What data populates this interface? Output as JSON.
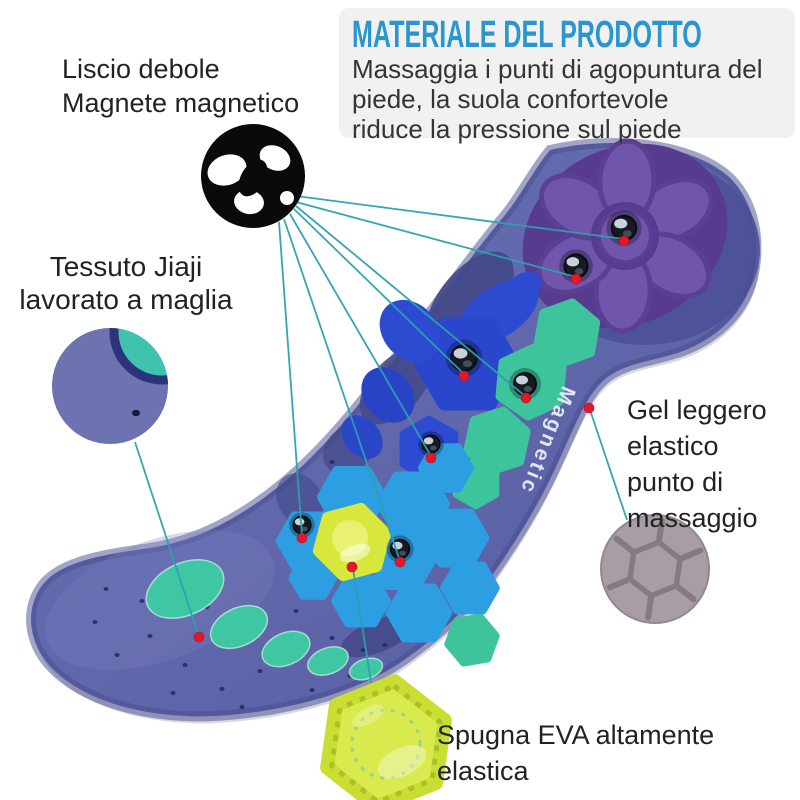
{
  "header": {
    "title": "MATERIALE DEL PRODOTTO",
    "description_lines": [
      "Massaggia i punti di agopuntura del",
      "piede, la suola confortevole",
      "riduce la pressione sul piede"
    ]
  },
  "labels": {
    "magnet": {
      "lines": [
        "Liscio debole",
        "Magnete magnetico"
      ]
    },
    "fabric": {
      "lines": [
        "Tessuto Jiaji",
        "lavorato a maglia"
      ]
    },
    "gel": {
      "lines": [
        "Gel leggero",
        "elastico",
        "punto di",
        "massaggio"
      ]
    },
    "eva": {
      "lines": [
        "Spugna EVA altamente",
        "elastica"
      ]
    }
  },
  "insole": {
    "brand_label": "Magnetic"
  },
  "colors": {
    "header_accent": "#2996cf",
    "panel_background": "#f1f1f2",
    "callout_line": "#2ba1af",
    "marker_red": "#e5182b",
    "insole_base": "#5f66aa",
    "heel_purple": "#6f55ac",
    "pad_royal_blue": "#2c4bd1",
    "pad_teal_green": "#3dc49c",
    "pad_light_blue": "#2e9ee2",
    "pad_yellow_green": "#d7e73c",
    "gel_gray": "#a89da4",
    "text_dark": "#343434"
  }
}
